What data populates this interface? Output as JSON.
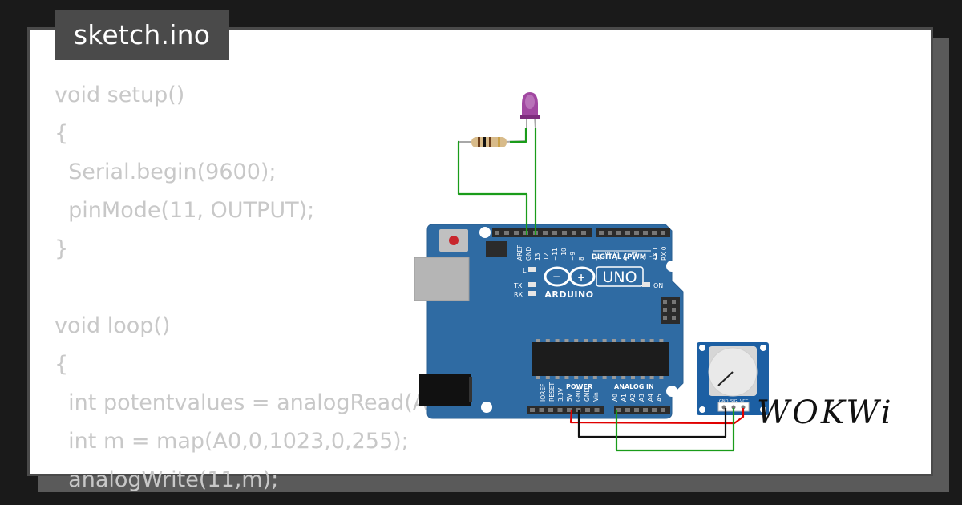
{
  "file": {
    "name": "sketch.ino"
  },
  "code": {
    "lines": [
      "void setup()",
      "{",
      "  Serial.begin(9600);",
      "  pinMode(11, OUTPUT);",
      "}",
      "",
      "void loop()",
      "{",
      "  int potentvalues = analogRead(A0);",
      "  int m = map(A0,0,1023,0,255);",
      "  analogWrite(11,m);"
    ]
  },
  "board": {
    "name": "UNO",
    "brand": "ARDUINO",
    "digital_header": "DIGITAL (PWM ~)",
    "power_header": "POWER",
    "analog_header": "ANALOG IN",
    "on_label": "ON",
    "l_label": "L",
    "tx_label": "TX",
    "rx_label": "RX",
    "top_pins": [
      "AREF",
      "GND",
      "13",
      "12",
      "~11",
      "~10",
      "~9",
      "8",
      "7",
      "~6",
      "~5",
      "4",
      "~3",
      "2",
      "TX 1",
      "RX 0"
    ],
    "power_pins": [
      "IOREF",
      "RESET",
      "3.3V",
      "5V",
      "GND",
      "GND",
      "Vin"
    ],
    "analog_pins": [
      "A0",
      "A1",
      "A2",
      "A3",
      "A4",
      "A5"
    ]
  },
  "potentiometer": {
    "pins": [
      "GND",
      "SIG",
      "VCC"
    ]
  },
  "logo": {
    "text": "WOKWi"
  },
  "colors": {
    "board": "#2f6ba3",
    "wire_green": "#1a9c1a",
    "wire_red": "#e00000",
    "wire_black": "#111111",
    "led": "#9c3d9c",
    "pot_body": "#1c5fa3"
  }
}
